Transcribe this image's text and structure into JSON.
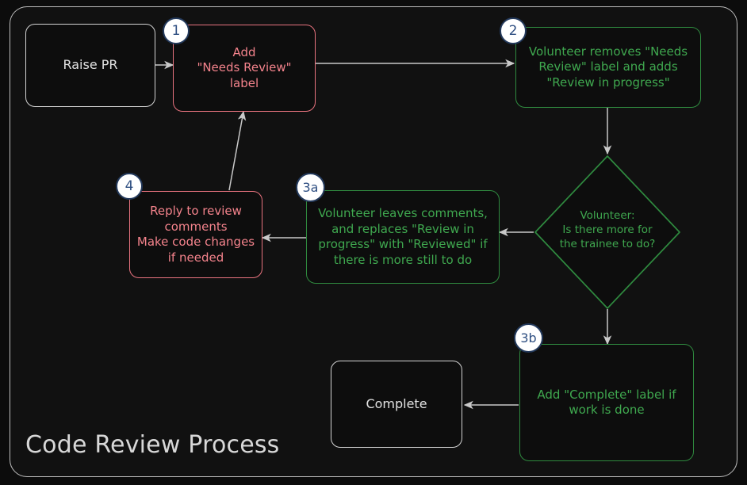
{
  "diagram": {
    "title": "Code Review Process",
    "type": "flowchart",
    "theme": {
      "background": "#0c0c0c",
      "frame_border": "#bdbdbd",
      "neutral_stroke": "#d3d3d3",
      "neutral_text": "#e2e2e2",
      "red_stroke": "#e8737f",
      "red_text": "#f4838c",
      "green_stroke": "#2f8a3f",
      "green_text": "#3fa84f",
      "edge_color": "#c9c9c9",
      "badge_fill": "#ffffff",
      "badge_border": "#23395b",
      "badge_text": "#2f4f82"
    }
  },
  "nodes": {
    "raise_pr": {
      "label": "Raise PR",
      "shape": "rounded-rect",
      "style": "neutral",
      "badge": ""
    },
    "add_needs_review": {
      "label": "Add\n\"Needs Review\"\nlabel",
      "shape": "rounded-rect",
      "style": "red",
      "badge": "1"
    },
    "volunteer_removes": {
      "label": "Volunteer removes \"Needs\nReview\" label and adds\n\"Review in progress\"",
      "shape": "rounded-rect",
      "style": "green",
      "badge": "2"
    },
    "decision": {
      "label": "Volunteer:\nIs there more for\nthe trainee to do?",
      "shape": "diamond",
      "style": "green",
      "badge": ""
    },
    "volunteer_comments": {
      "label": "Volunteer leaves comments,\nand replaces \"Review in\nprogress\" with \"Reviewed\" if\nthere is more still to do",
      "shape": "rounded-rect",
      "style": "green",
      "badge": "3a"
    },
    "reply_to_review": {
      "label": "Reply to review\ncomments\nMake code changes\nif needed",
      "shape": "rounded-rect",
      "style": "red",
      "badge": "4"
    },
    "add_complete": {
      "label": "Add \"Complete\" label if\nwork is done",
      "shape": "rounded-rect",
      "style": "green",
      "badge": "3b"
    },
    "complete": {
      "label": "Complete",
      "shape": "rounded-rect",
      "style": "neutral",
      "badge": ""
    }
  },
  "edges": [
    {
      "from": "raise_pr",
      "to": "add_needs_review",
      "label": "",
      "direction": "right"
    },
    {
      "from": "add_needs_review",
      "to": "volunteer_removes",
      "label": "",
      "direction": "right"
    },
    {
      "from": "volunteer_removes",
      "to": "decision",
      "label": "",
      "direction": "down"
    },
    {
      "from": "decision",
      "to": "volunteer_comments",
      "label": "",
      "direction": "left"
    },
    {
      "from": "decision",
      "to": "add_complete",
      "label": "",
      "direction": "down"
    },
    {
      "from": "volunteer_comments",
      "to": "reply_to_review",
      "label": "",
      "direction": "left"
    },
    {
      "from": "reply_to_review",
      "to": "add_needs_review",
      "label": "",
      "direction": "up-right"
    },
    {
      "from": "add_complete",
      "to": "complete",
      "label": "",
      "direction": "left"
    }
  ]
}
